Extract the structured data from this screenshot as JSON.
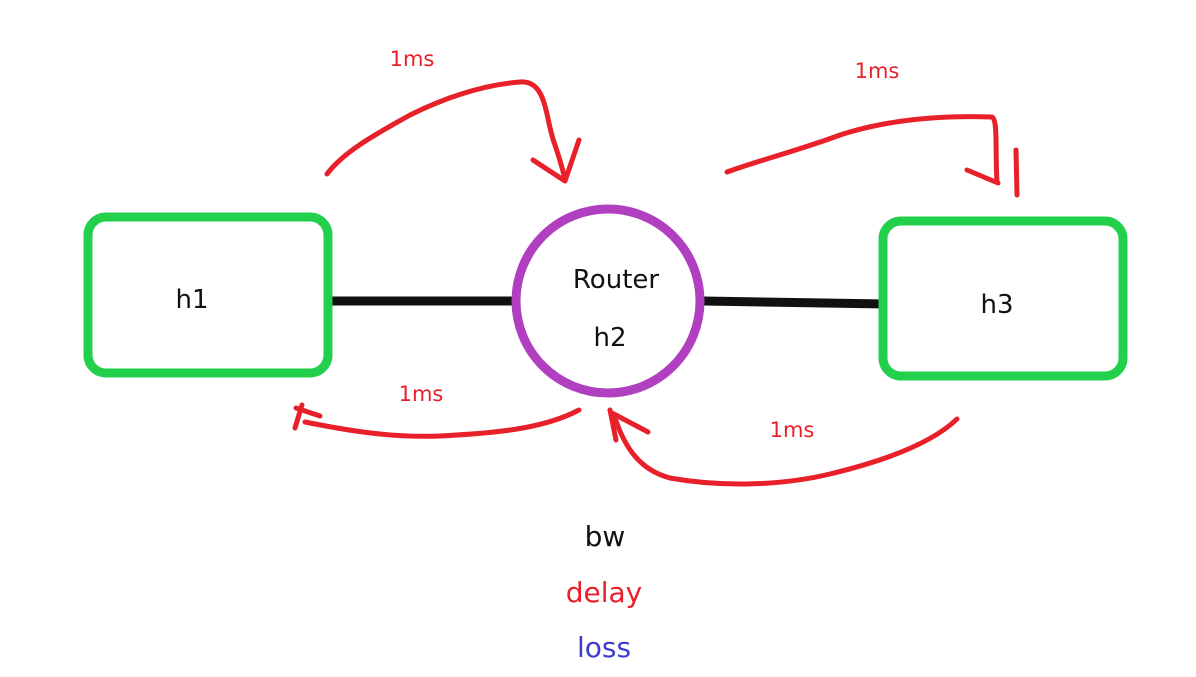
{
  "nodes": {
    "h1": {
      "label": "h1"
    },
    "router": {
      "title": "Router",
      "label": "h2"
    },
    "h3": {
      "label": "h3"
    }
  },
  "delays": {
    "h1_to_router": "1ms",
    "router_to_h3": "1ms",
    "router_to_h1": "1ms",
    "h3_to_router": "1ms"
  },
  "legend": {
    "bw": "bw",
    "delay": "delay",
    "loss": "loss"
  },
  "colors": {
    "host_border": "#22d04c",
    "router_border": "#b040c0",
    "link": "#111111",
    "delay": "#e8202a",
    "loss": "#3c3cd0"
  }
}
